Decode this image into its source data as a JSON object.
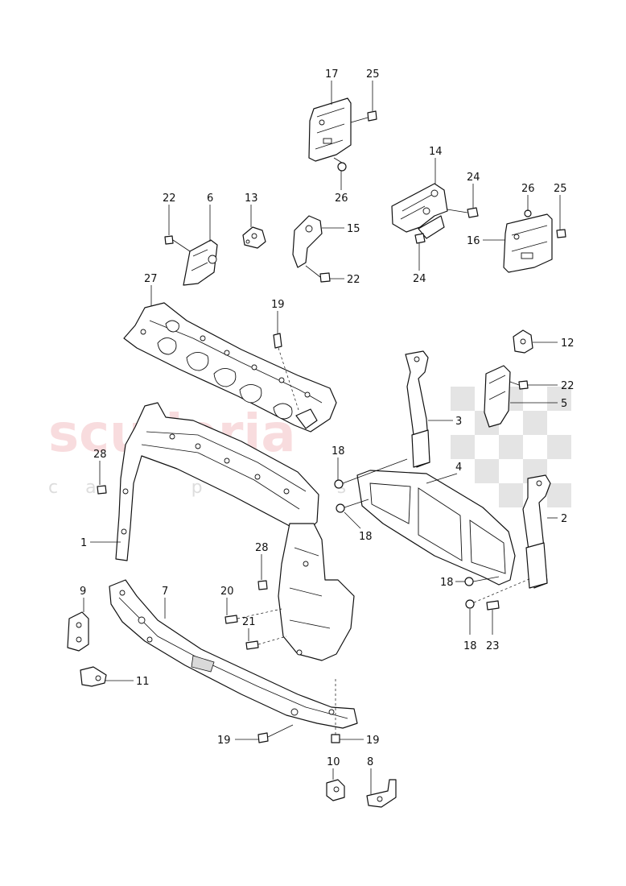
{
  "watermark": {
    "main": "scuderia",
    "sub": "car parts"
  },
  "callouts": {
    "c17": "17",
    "c25a": "25",
    "c26a": "26",
    "c14": "14",
    "c24a": "24",
    "c24b": "24",
    "c26b": "26",
    "c25b": "25",
    "c16": "16",
    "c22a": "22",
    "c6": "6",
    "c13": "13",
    "c15": "15",
    "c22b": "22",
    "c27": "27",
    "c19a": "19",
    "c12": "12",
    "c22c": "22",
    "c5": "5",
    "c3": "3",
    "c28a": "28",
    "c18a": "18",
    "c4": "4",
    "c18b": "18",
    "c1": "1",
    "c2": "2",
    "c28b": "28",
    "c18c": "18",
    "c9": "9",
    "c7": "7",
    "c20": "20",
    "c21": "21",
    "c18d": "18",
    "c23": "23",
    "c11": "11",
    "c19b": "19",
    "c19c": "19",
    "c10": "10",
    "c8": "8"
  }
}
